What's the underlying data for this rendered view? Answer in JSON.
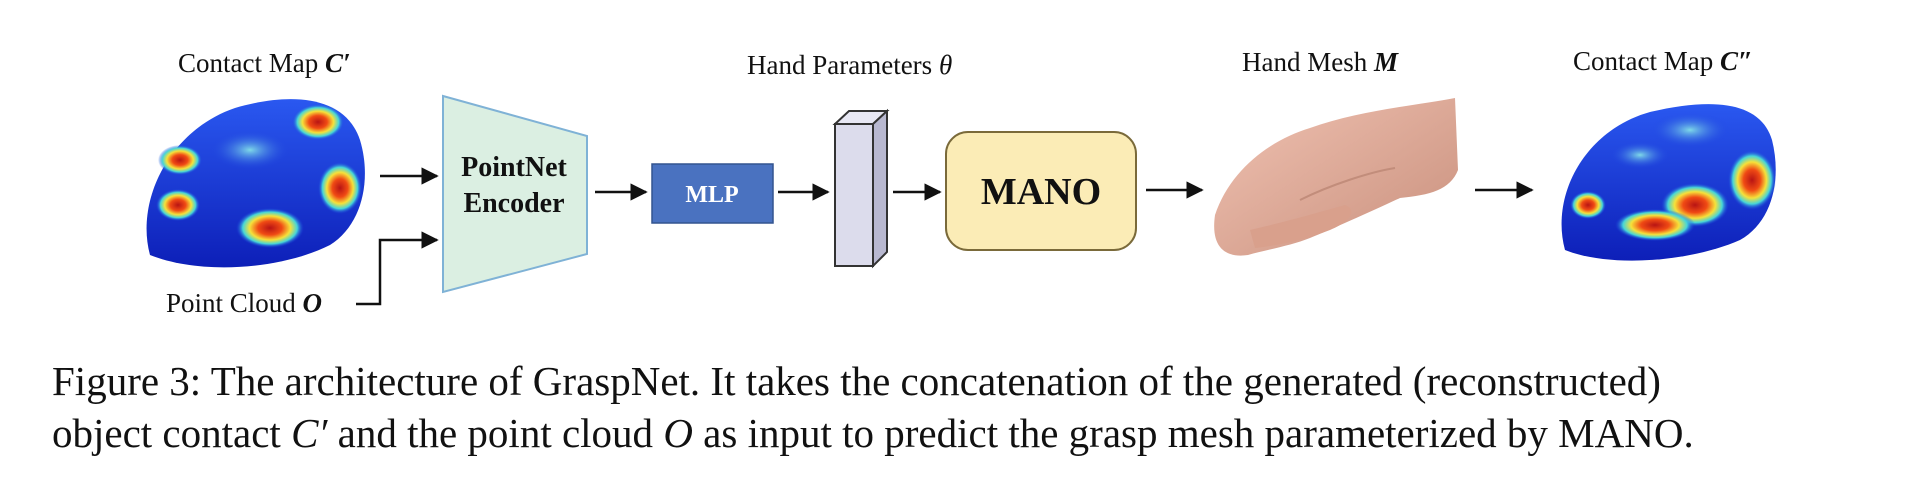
{
  "diagram": {
    "labels": {
      "contact_map_in": "Contact Map ",
      "contact_map_in_sym": "C′",
      "point_cloud": "Point Cloud ",
      "point_cloud_sym": "O",
      "hand_params": "Hand Parameters ",
      "hand_params_sym": "θ",
      "hand_mesh": "Hand Mesh ",
      "hand_mesh_sym": "M",
      "contact_map_out": "Contact Map ",
      "contact_map_out_sym": "C″"
    },
    "blocks": {
      "encoder_line1": "PointNet",
      "encoder_line2": "Encoder",
      "mlp": "MLP",
      "mano": "MANO"
    },
    "colors": {
      "encoder_fill": "#dbefe2",
      "encoder_stroke": "#7fb2d6",
      "mlp_fill": "#4a72c0",
      "mano_fill": "#fbecb6",
      "mano_stroke": "#7a6a3a",
      "param_fill": "#dcdcec",
      "hand_skin": "#e0a998"
    }
  },
  "caption": {
    "line1": "Figure 3: The architecture of GraspNet. It takes the concatenation of the generated (reconstructed)",
    "line2_a": "object contact ",
    "line2_c": "C′",
    "line2_b": " and the point cloud ",
    "line2_o": "O",
    "line2_end": " as input to predict the grasp mesh parameterized by MANO."
  }
}
